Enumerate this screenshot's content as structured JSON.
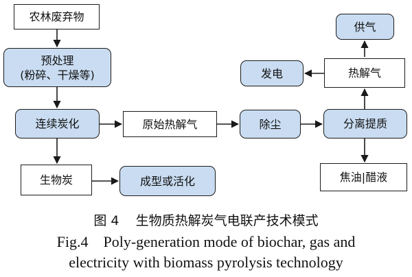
{
  "nodes": {
    "waste": "农林废弃物",
    "pretreat_line1": "预处理",
    "pretreat_line2": "(粉碎、干燥等)",
    "carbonize": "连续炭化",
    "raw_gas": "原始热解气",
    "dedust": "除尘",
    "separate": "分离提质",
    "pyro_gas": "热解气",
    "heat": "供气",
    "power": "发电",
    "tar": "焦油|醋液",
    "biochar": "生物炭",
    "forming": "成型或活化"
  },
  "caption": {
    "cn": "图 4    生物质热解炭气电联产技术模式",
    "en_line1": "Fig.4    Poly-generation mode of biochar, gas and",
    "en_line2": "electricity with biomass pyrolysis technology"
  },
  "colors": {
    "blue_fill": "#c9dcf1",
    "border": "#1a1a1a"
  }
}
